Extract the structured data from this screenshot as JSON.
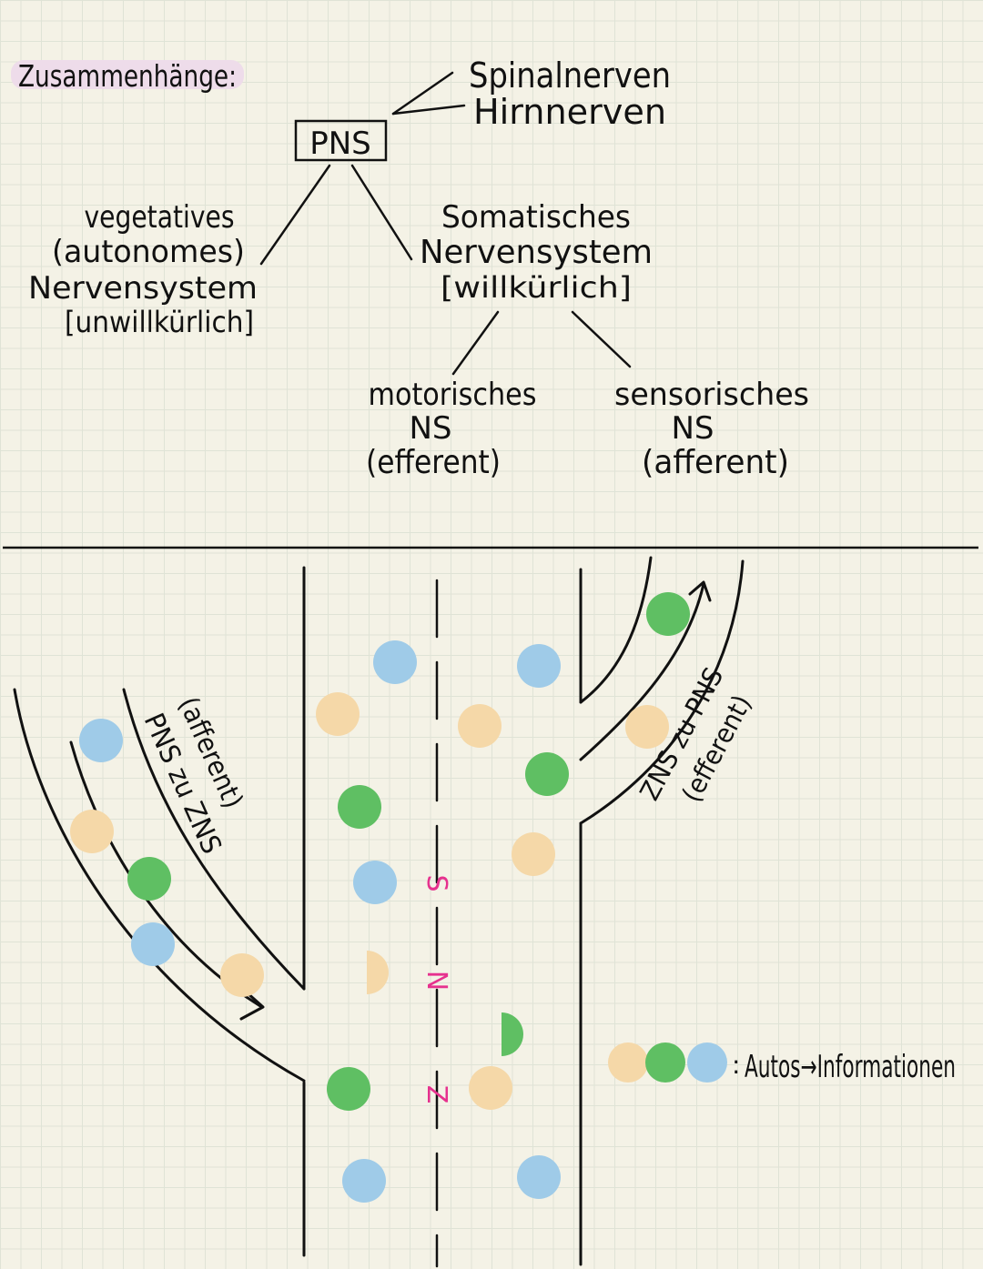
{
  "heading": "Zusammenhänge:",
  "colors": {
    "highlight": "#eedcea",
    "blue": "#9fcbe8",
    "green": "#5fbf63",
    "orange": "#f5d8a8",
    "zns_label": "#e6318e"
  },
  "tree": {
    "root": "PNS",
    "root_children": [
      "Spinalnerven",
      "Hirnnerven"
    ],
    "vegetative": [
      "vegetatives",
      "(autonomes)",
      "Nervensystem",
      "[unwillkürlich]"
    ],
    "somatic": [
      "Somatisches",
      "Nervensystem",
      "[willkürlich]"
    ],
    "motor": [
      "motorisches",
      "NS",
      "(efferent)"
    ],
    "sensory": [
      "sensorisches",
      "NS",
      "(afferent)"
    ]
  },
  "road": {
    "center_label": [
      "Z",
      "N",
      "S"
    ],
    "left_branch_label": [
      "(afferent)",
      "PNS zu ZNS"
    ],
    "right_branch_label": [
      "ZNS zu PNS",
      "(efferent)"
    ]
  },
  "legend": {
    "dot_colors": [
      "orange",
      "green",
      "blue"
    ],
    "separator": ":",
    "text": "Autos→Informationen"
  }
}
